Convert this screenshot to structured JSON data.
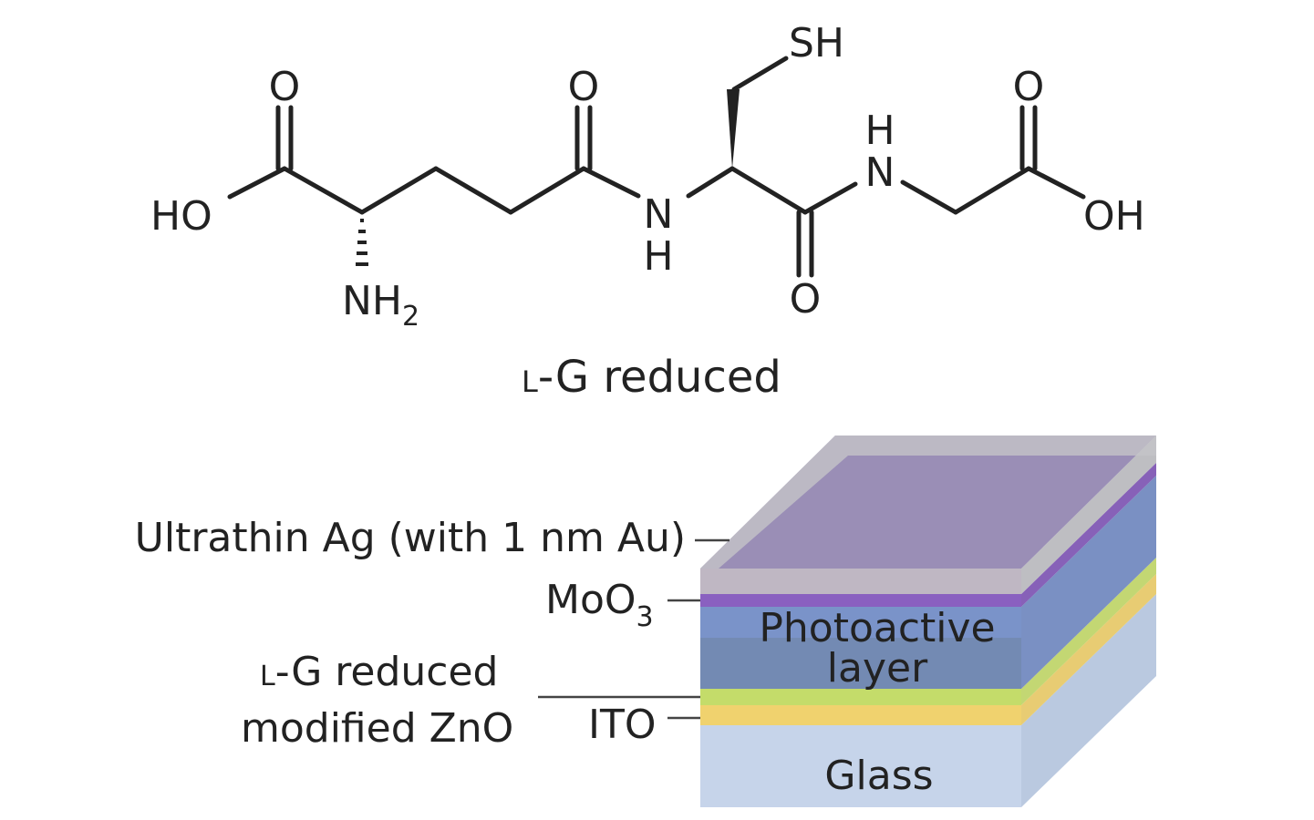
{
  "molecule": {
    "atoms": {
      "o_top_1": "O",
      "o_top_2": "O",
      "o_top_3": "O",
      "o_bottom": "O",
      "sh": "SH",
      "ho_left": "HO",
      "oh_right": "OH",
      "nh_1_n": "N",
      "nh_1_h": "H",
      "nh_2_n": "N",
      "nh_2_h": "H",
      "nh2_main": "NH",
      "nh2_sub": "2"
    },
    "caption_prefix": "L",
    "caption_rest": "-G reduced"
  },
  "device": {
    "layers": {
      "photoactive_line1": "Photoactive",
      "photoactive_line2": "layer",
      "glass": "Glass"
    },
    "labels": {
      "ultrathin_ag": "Ultrathin Ag (with 1 nm Au)",
      "moo3_main": "MoO",
      "moo3_sub": "3",
      "zno_prefix": "L",
      "zno_line1_rest": "-G reduced",
      "zno_line2": "modified ZnO",
      "ito": "ITO"
    },
    "colors": {
      "glass": "#c6d4ea",
      "ito": "#f0d26e",
      "zno": "#c4dc6a",
      "photoactive": "#7a93c9",
      "moo3": "#8a60c0",
      "silver": "#bfbfbf"
    }
  }
}
